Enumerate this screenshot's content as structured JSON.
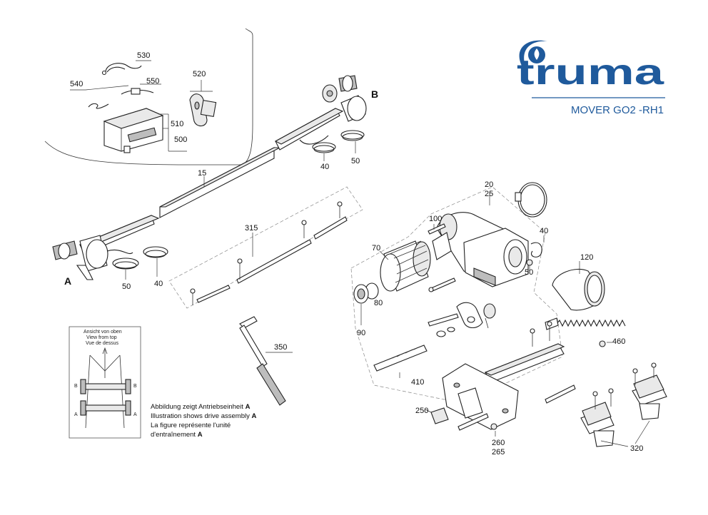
{
  "brand": {
    "name": "truma",
    "model": "MOVER GO2 -RH1",
    "color": "#1f5a9c"
  },
  "callouts": {
    "p530": "530",
    "p540": "540",
    "p550": "550",
    "p520": "520",
    "p510": "510",
    "p500": "500",
    "p15": "15",
    "pB": "B",
    "p40_top": "40",
    "p50_top": "50",
    "p315": "315",
    "pA": "A",
    "p50_left": "50",
    "p40_left": "40",
    "p350": "350",
    "p20": "20",
    "p25": "25",
    "p100": "100",
    "p40_right": "40",
    "p70": "70",
    "p120": "120",
    "p50_right": "50",
    "p80": "80",
    "p90": "90",
    "p460": "460",
    "p410": "410",
    "p250": "250",
    "p260": "260",
    "p265": "265",
    "p320": "320"
  },
  "inset": {
    "view_title_de": "Ansicht von oben",
    "view_title_en": "View from top",
    "view_title_fr": "Vue de dessus",
    "label_b_left": "B",
    "label_b_right": "B",
    "label_a_left": "A",
    "label_a_right": "A"
  },
  "caption": {
    "line1_text": "Abbildung zeigt Antriebseinheit ",
    "line1_mark": "A",
    "line2_text": "Illustration shows drive assembly ",
    "line2_mark": "A",
    "line3_text": "La figure représente l'unité",
    "line4_text": "d'entraînement ",
    "line4_mark": "A"
  }
}
